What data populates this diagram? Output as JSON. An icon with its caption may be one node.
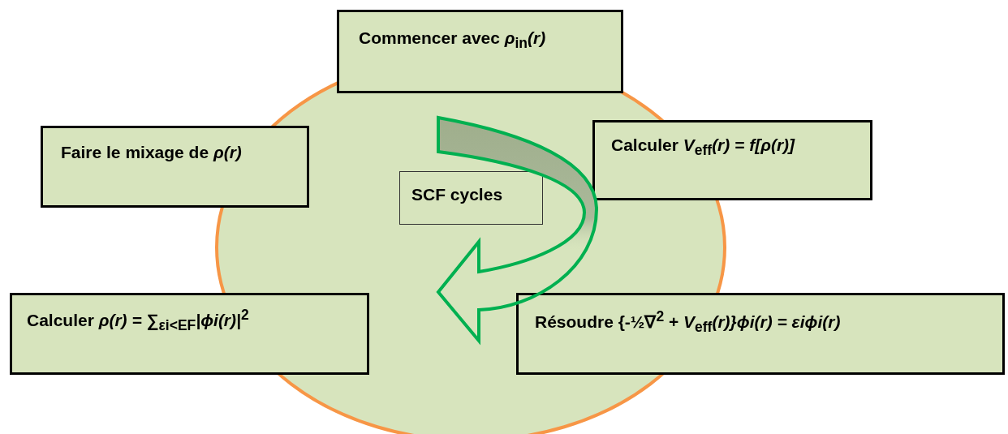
{
  "diagram": {
    "nodes": [
      {
        "text": [
          "Commencer avec *ρ*$_{in}$*(r)*"
        ]
      },
      {
        "text": [
          "Faire le mixage de *ρ(r)*"
        ]
      },
      {
        "text": [
          "SCF cycles"
        ]
      },
      {
        "text": [
          "Calculer *V*$_{eff}$*(r) = f[ρ(r)]*"
        ]
      },
      {
        "text": [
          "Calculer *ρ(r) =* ∑$_{εi<EF}$*|ϕi(r)|*$^{2}$"
        ]
      },
      {
        "text": [
          "Résoudre {-½∇$^{2}$ + *V*$_{eff}$*(r)}ϕi(r) = εiϕi(r)*"
        ]
      }
    ]
  }
}
